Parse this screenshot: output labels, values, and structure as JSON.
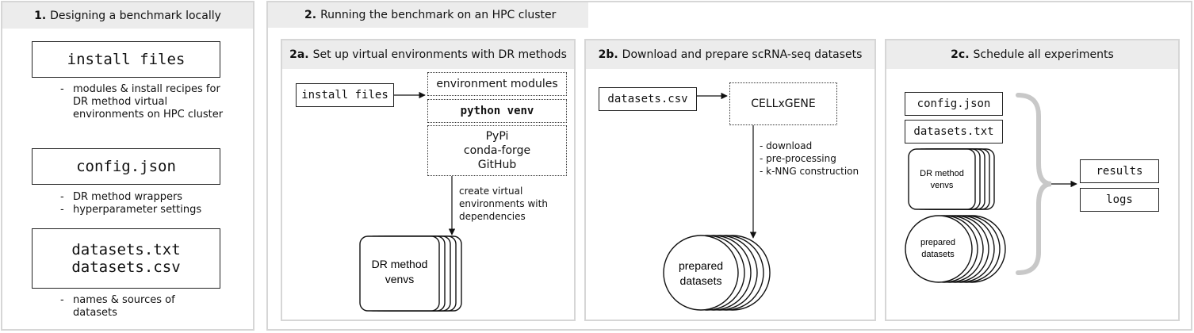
{
  "panel1": {
    "num": "1.",
    "title": "Designing a benchmark locally",
    "install_box": "install files",
    "install_note": [
      "modules & install recipes for DR method virtual environments on HPC cluster"
    ],
    "config_box": "config.json",
    "config_note": [
      "DR method wrappers",
      "hyperparameter settings"
    ],
    "datasets_box_line1": "datasets.txt",
    "datasets_box_line2": "datasets.csv",
    "datasets_note": [
      "names & sources of datasets"
    ]
  },
  "panel2": {
    "num": "2.",
    "title": "Running the benchmark on an HPC cluster"
  },
  "panel2a": {
    "num": "2a.",
    "title": "Set up virtual environments with DR methods",
    "install_box": "install files",
    "env_modules": "environment modules",
    "python_venv": "python venv",
    "sources": [
      "PyPi",
      "conda-forge",
      "GitHub"
    ],
    "arrow_note": "create virtual environments with dependencies",
    "venvs_label_line1": "DR method",
    "venvs_label_line2": "venvs"
  },
  "panel2b": {
    "num": "2b.",
    "title": "Download and prepare scRNA-seq datasets",
    "datasets_csv": "datasets.csv",
    "cellxgene": "CELLxGENE",
    "steps": [
      "download",
      "pre-processing",
      "k-NNG construction"
    ],
    "prepared_line1": "prepared",
    "prepared_line2": "datasets"
  },
  "panel2c": {
    "num": "2c.",
    "title": "Schedule all experiments",
    "config": "config.json",
    "datasets_txt": "datasets.txt",
    "venvs_line1": "DR method",
    "venvs_line2": "venvs",
    "prepared_line1": "prepared",
    "prepared_line2": "datasets",
    "results": "results",
    "logs": "logs"
  }
}
